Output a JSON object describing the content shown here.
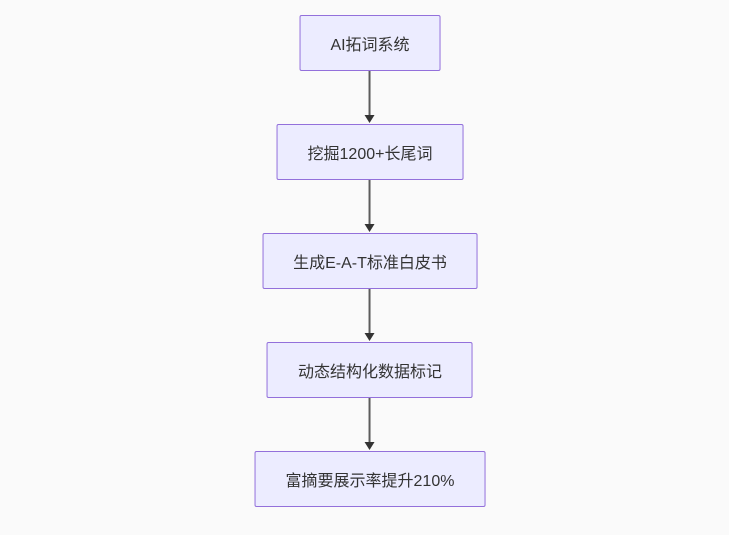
{
  "diagram": {
    "type": "flowchart",
    "direction": "top-down",
    "nodes": [
      {
        "id": "n1",
        "label": "AI拓词系统"
      },
      {
        "id": "n2",
        "label": "挖掘1200+长尾词"
      },
      {
        "id": "n3",
        "label": "生成E-A-T标准白皮书"
      },
      {
        "id": "n4",
        "label": "动态结构化数据标记"
      },
      {
        "id": "n5",
        "label": "富摘要展示率提升210%"
      }
    ],
    "edges": [
      {
        "from": "n1",
        "to": "n2"
      },
      {
        "from": "n2",
        "to": "n3"
      },
      {
        "from": "n3",
        "to": "n4"
      },
      {
        "from": "n4",
        "to": "n5"
      }
    ],
    "colors": {
      "background": "#fafafa",
      "node_fill": "#ECECFF",
      "node_border": "#9370DB",
      "node_text": "#333333",
      "arrow_line": "#5c5c5c",
      "arrow_head": "#333333"
    }
  }
}
